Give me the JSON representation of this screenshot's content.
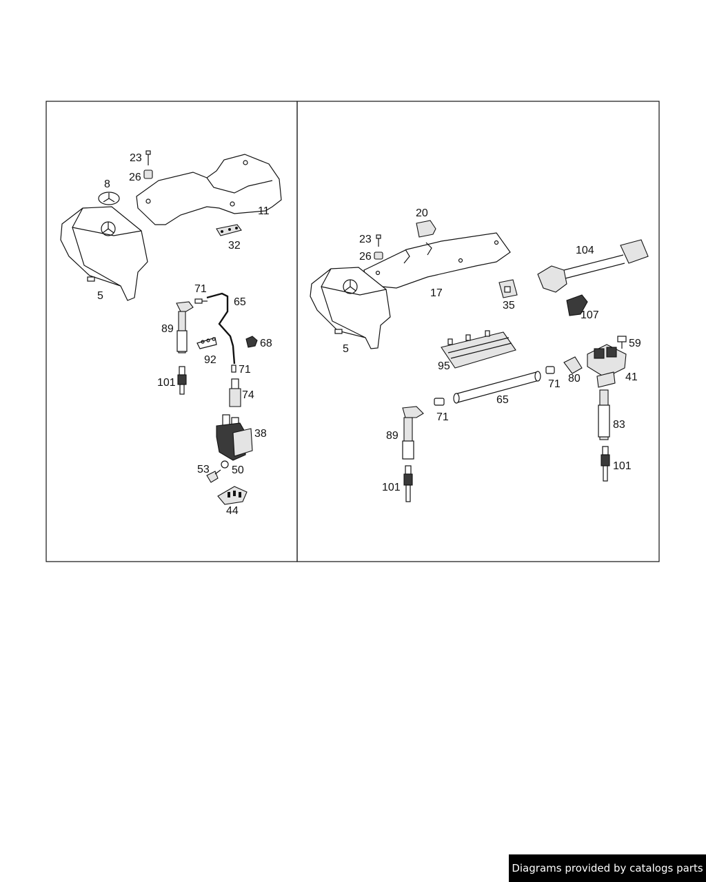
{
  "footer": {
    "credit": "Diagrams provided by catalogs parts"
  },
  "left_panel": {
    "callouts": {
      "c23": "23",
      "c26": "26",
      "c8": "8",
      "c11": "11",
      "c32": "32",
      "c5": "5",
      "c71a": "71",
      "c65": "65",
      "c89": "89",
      "c92": "92",
      "c68": "68",
      "c71b": "71",
      "c101": "101",
      "c74": "74",
      "c38": "38",
      "c53": "53",
      "c50": "50",
      "c44": "44"
    }
  },
  "right_panel": {
    "callouts": {
      "c20": "20",
      "c23": "23",
      "c26": "26",
      "c104": "104",
      "c17": "17",
      "c35": "35",
      "c107": "107",
      "c5": "5",
      "c59": "59",
      "c95": "95",
      "c41": "41",
      "c71a": "71",
      "c80": "80",
      "c65": "65",
      "c71b": "71",
      "c89": "89",
      "c83": "83",
      "c101a": "101",
      "c101b": "101"
    }
  }
}
